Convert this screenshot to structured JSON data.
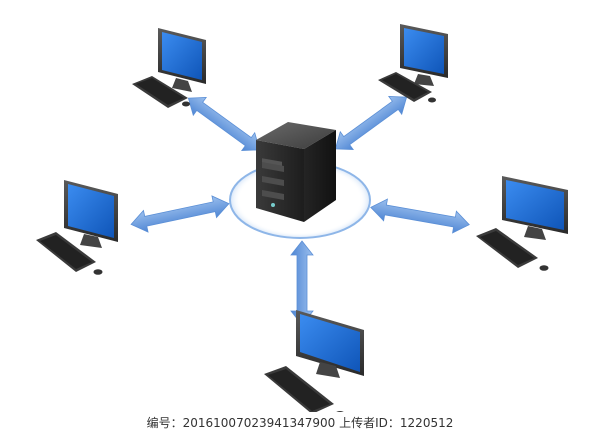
{
  "diagram": {
    "type": "star-network",
    "hub": {
      "label": "server",
      "icon": "server-tower-icon"
    },
    "nodes": [
      {
        "id": "pc-top-left",
        "icon": "desktop-computer-icon"
      },
      {
        "id": "pc-top-right",
        "icon": "desktop-computer-icon"
      },
      {
        "id": "pc-left",
        "icon": "desktop-computer-icon"
      },
      {
        "id": "pc-right",
        "icon": "desktop-computer-icon"
      },
      {
        "id": "pc-bottom",
        "icon": "desktop-computer-icon"
      }
    ],
    "links": [
      {
        "from": "hub",
        "to": "pc-top-left",
        "style": "bidirectional-arrow"
      },
      {
        "from": "hub",
        "to": "pc-top-right",
        "style": "bidirectional-arrow"
      },
      {
        "from": "hub",
        "to": "pc-left",
        "style": "bidirectional-arrow"
      },
      {
        "from": "hub",
        "to": "pc-right",
        "style": "bidirectional-arrow"
      },
      {
        "from": "hub",
        "to": "pc-bottom",
        "style": "bidirectional-arrow"
      }
    ],
    "colors": {
      "screen": "#1f6fd6",
      "arrow": "#6a9de0",
      "server": "#2b2b2b",
      "ring": "#8eb6e8"
    }
  },
  "footer": {
    "caption": "编号：20161007023941347900 上传者ID：1220512"
  }
}
